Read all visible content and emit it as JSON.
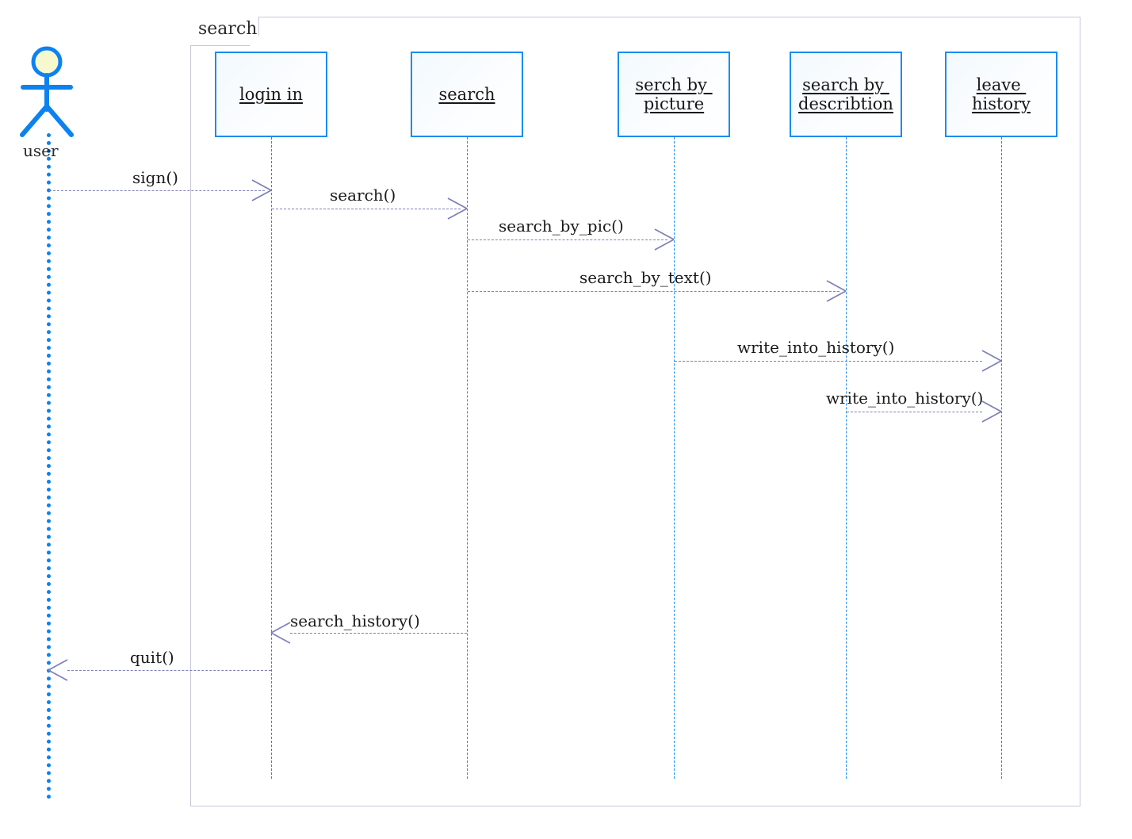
{
  "diagram": {
    "type": "uml-sequence-diagram",
    "frame": {
      "label": "search"
    },
    "actor": {
      "name": "user",
      "icon": "stick-figure-actor-icon"
    },
    "colors": {
      "lifeline_box_border": "#1b8cf0",
      "lifeline_dash": "#1b8cf0",
      "actor_lifeline": "#0c82ef",
      "message_arrow": "#7f80b8",
      "frame_border": "#c9c8dc",
      "actor_head_fill": "#f8f8ce",
      "actor_stroke": "#0c82ef"
    },
    "participants": [
      {
        "id": "user",
        "label": "user",
        "kind": "actor"
      },
      {
        "id": "login_in",
        "label": "login in",
        "kind": "object"
      },
      {
        "id": "search",
        "label": "search",
        "kind": "object"
      },
      {
        "id": "by_picture",
        "label": "serch by \npicture",
        "kind": "object"
      },
      {
        "id": "by_desc",
        "label": "search by \ndescribtion",
        "kind": "object"
      },
      {
        "id": "leave_hist",
        "label": "leave \nhistory",
        "kind": "object"
      }
    ],
    "messages": [
      {
        "label": "sign()",
        "from": "user",
        "to": "login_in",
        "direction": "right"
      },
      {
        "label": "search()",
        "from": "login_in",
        "to": "search",
        "direction": "right"
      },
      {
        "label": "search_by_pic()",
        "from": "search",
        "to": "by_picture",
        "direction": "right"
      },
      {
        "label": "search_by_text()",
        "from": "search",
        "to": "by_desc",
        "direction": "right"
      },
      {
        "label": "write_into_history()",
        "from": "by_picture",
        "to": "leave_hist",
        "direction": "right"
      },
      {
        "label": "write_into_history()",
        "from": "by_desc",
        "to": "leave_hist",
        "direction": "right"
      },
      {
        "label": "search_history()",
        "from": "search",
        "to": "login_in",
        "direction": "left"
      },
      {
        "label": "quit()",
        "from": "login_in",
        "to": "user",
        "direction": "left"
      }
    ]
  }
}
